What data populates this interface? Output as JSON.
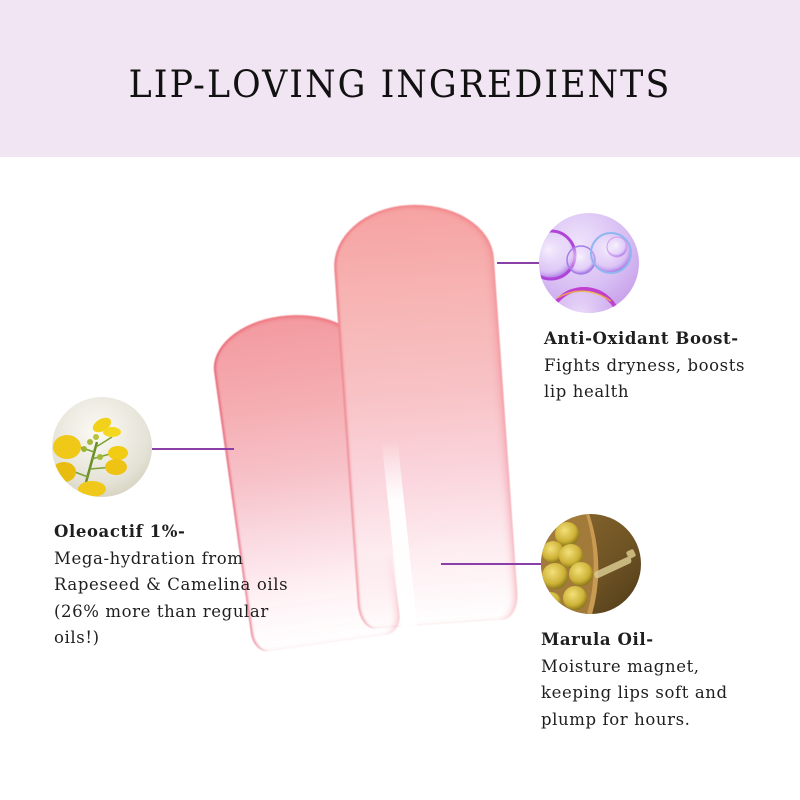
{
  "header": {
    "title": "LIP-LOVING INGREDIENTS",
    "background_color": "#f2e5f3"
  },
  "accent_color": "#8a3fa6",
  "swatches": {
    "description": "Two pink lip balm swatches",
    "colors": [
      "#f39aa0",
      "#f7c2c9"
    ]
  },
  "ingredients": [
    {
      "id": "anti-oxidant",
      "image_icon": "bubbles-icon",
      "name": "Anti-Oxidant Boost-",
      "description": "Fights dryness, boosts\nlip health"
    },
    {
      "id": "oleoactif",
      "image_icon": "rapeseed-flower-icon",
      "name": "Oleoactif 1%-",
      "description": "Mega-hydration from\nRapeseed & Camelina oils\n(26% more than regular\noils!)"
    },
    {
      "id": "marula",
      "image_icon": "marula-fruit-icon",
      "name": "Marula Oil-",
      "description": "Moisture magnet,\nkeeping lips soft and\nplump for hours."
    }
  ]
}
